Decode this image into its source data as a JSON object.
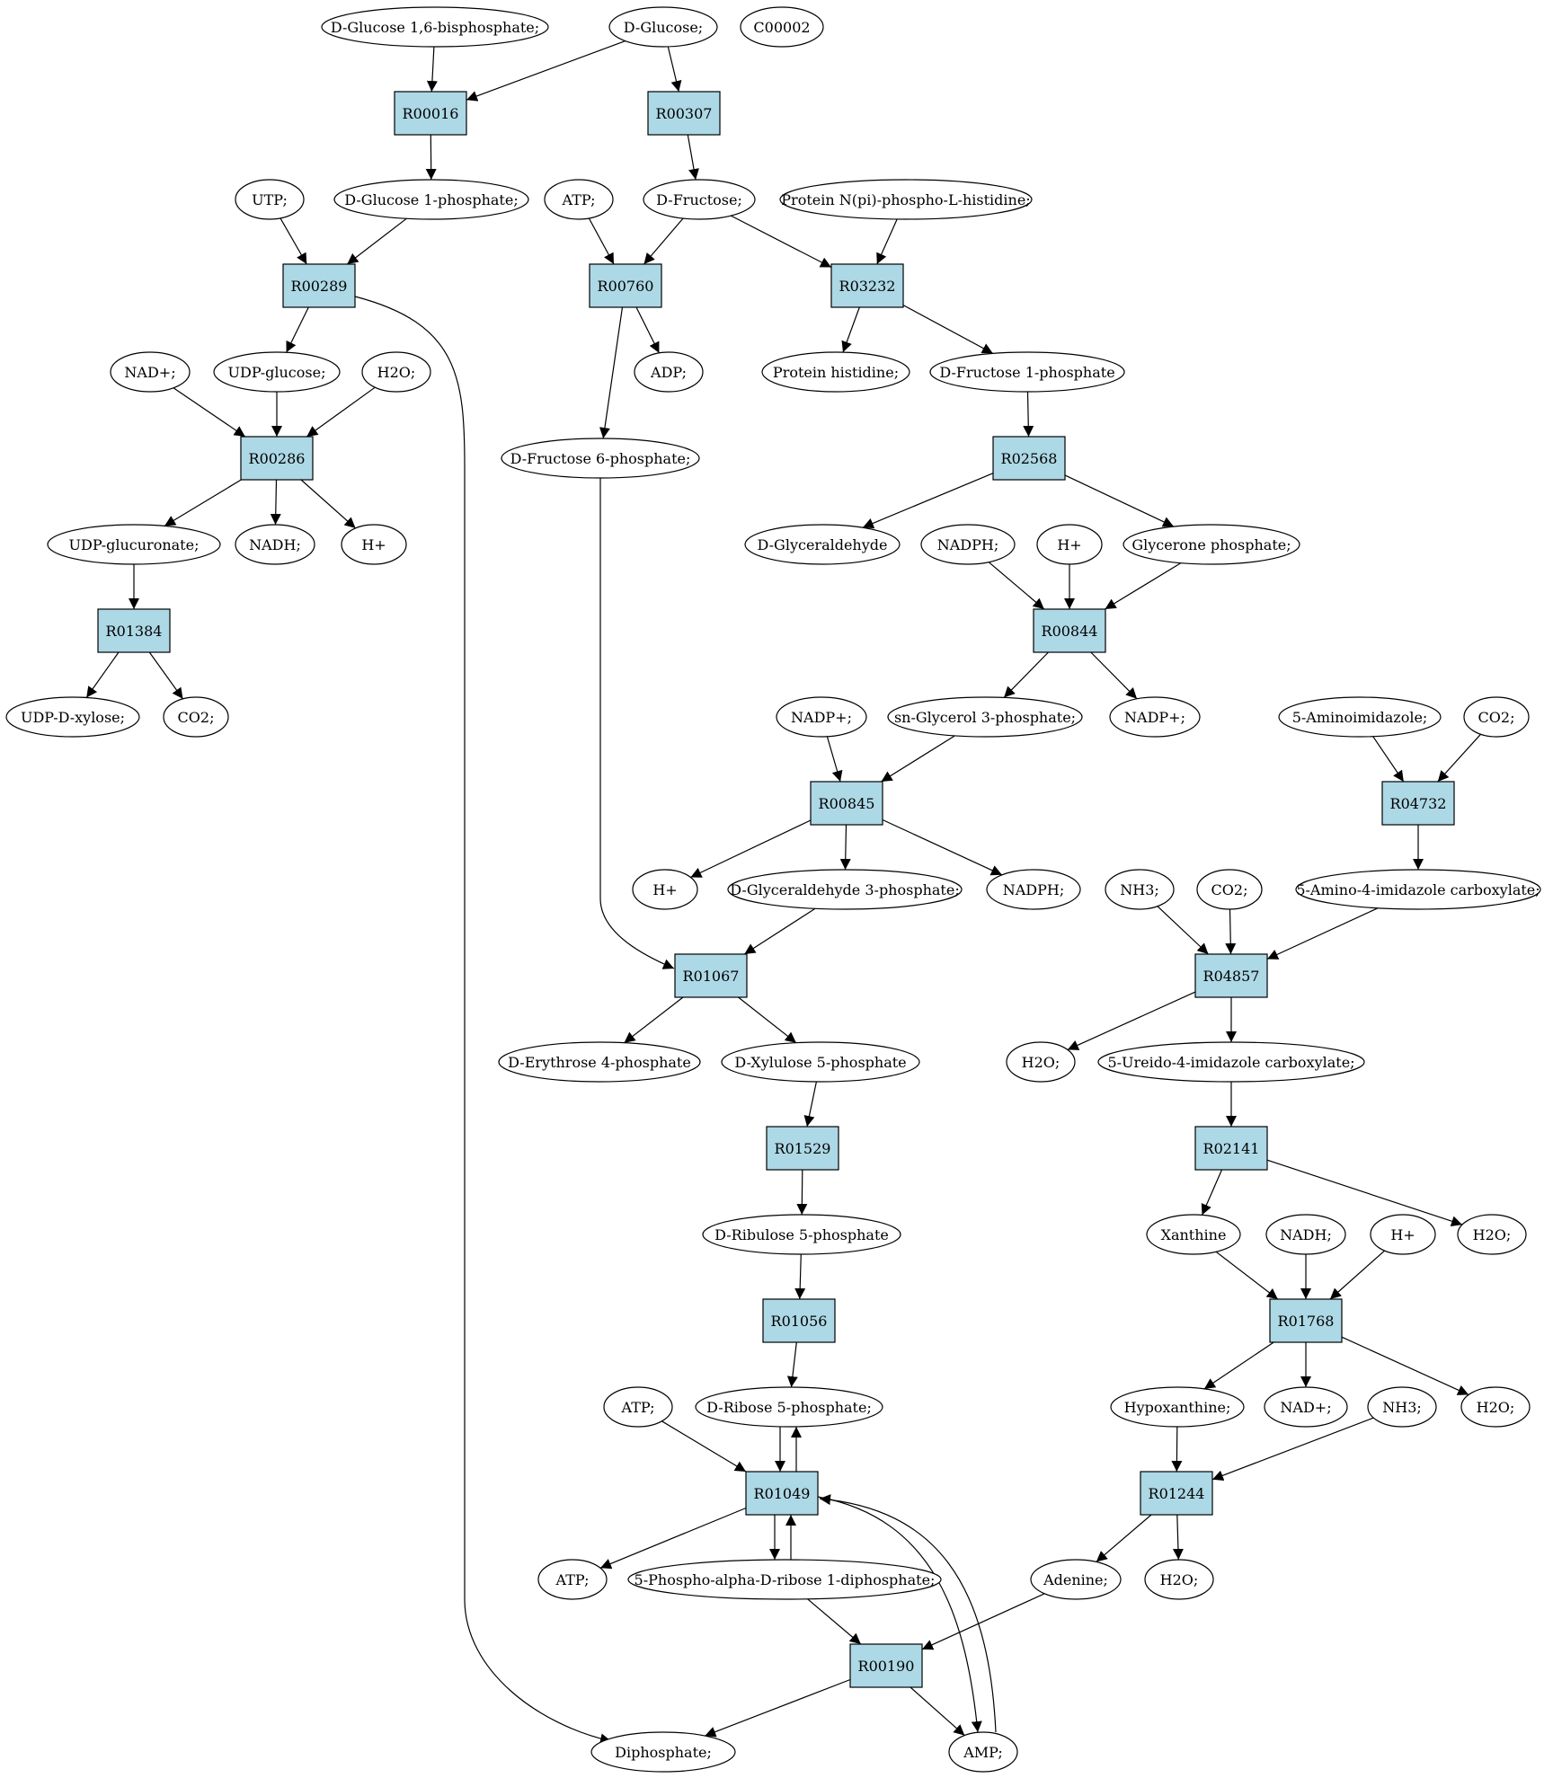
{
  "colors": {
    "reaction_fill": "#add8e6",
    "query_compound_fill": "#00ee00",
    "target_compound_fill": "#ffff00",
    "compound_fill": "#ffffff",
    "stroke": "#000000"
  },
  "reactions": [
    {
      "id": "R00016",
      "label": "R00016"
    },
    {
      "id": "R00307",
      "label": "R00307"
    },
    {
      "id": "R00289",
      "label": "R00289"
    },
    {
      "id": "R00760",
      "label": "R00760"
    },
    {
      "id": "R03232",
      "label": "R03232"
    },
    {
      "id": "R00286",
      "label": "R00286"
    },
    {
      "id": "R02568",
      "label": "R02568"
    },
    {
      "id": "R01384",
      "label": "R01384"
    },
    {
      "id": "R00844",
      "label": "R00844"
    },
    {
      "id": "R00845",
      "label": "R00845"
    },
    {
      "id": "R04732",
      "label": "R04732"
    },
    {
      "id": "R01067",
      "label": "R01067"
    },
    {
      "id": "R04857",
      "label": "R04857"
    },
    {
      "id": "R01529",
      "label": "R01529"
    },
    {
      "id": "R02141",
      "label": "R02141"
    },
    {
      "id": "R01056",
      "label": "R01056"
    },
    {
      "id": "R01768",
      "label": "R01768"
    },
    {
      "id": "R01049",
      "label": "R01049"
    },
    {
      "id": "R01244",
      "label": "R01244"
    },
    {
      "id": "R00190",
      "label": "R00190"
    }
  ],
  "compounds": [
    {
      "id": "glc16bp",
      "label": "D-Glucose 1,6-bisphosphate;"
    },
    {
      "id": "glc",
      "label": "D-Glucose;",
      "role": "query"
    },
    {
      "id": "c00002",
      "label": "C00002",
      "role": "target"
    },
    {
      "id": "utp",
      "label": "UTP;"
    },
    {
      "id": "glc1p",
      "label": "D-Glucose 1-phosphate;"
    },
    {
      "id": "atp1",
      "label": "ATP;"
    },
    {
      "id": "fru",
      "label": "D-Fructose;"
    },
    {
      "id": "protNpi",
      "label": "Protein N(pi)-phospho-L-histidine;"
    },
    {
      "id": "nadp_a",
      "label": "NAD+;"
    },
    {
      "id": "udpglc",
      "label": "UDP-glucose;"
    },
    {
      "id": "h2o1",
      "label": "H2O;"
    },
    {
      "id": "adp",
      "label": "ADP;"
    },
    {
      "id": "protHis",
      "label": "Protein histidine;"
    },
    {
      "id": "fru1p",
      "label": "D-Fructose 1-phosphate"
    },
    {
      "id": "fru6p",
      "label": "D-Fructose 6-phosphate;"
    },
    {
      "id": "udpglcA",
      "label": "UDP-glucuronate;"
    },
    {
      "id": "nadh1",
      "label": "NADH;"
    },
    {
      "id": "h1",
      "label": "H+"
    },
    {
      "id": "glyald",
      "label": "D-Glyceraldehyde"
    },
    {
      "id": "nadph1",
      "label": "NADPH;"
    },
    {
      "id": "h2",
      "label": "H+"
    },
    {
      "id": "dhap",
      "label": "Glycerone phosphate;"
    },
    {
      "id": "udpxyl",
      "label": "UDP-D-xylose;"
    },
    {
      "id": "co2a",
      "label": "CO2;"
    },
    {
      "id": "nadpplus1",
      "label": "NADP+;"
    },
    {
      "id": "g3p",
      "label": "sn-Glycerol 3-phosphate;"
    },
    {
      "id": "nadpplus2",
      "label": "NADP+;"
    },
    {
      "id": "aminoimid",
      "label": "5-Aminoimidazole;"
    },
    {
      "id": "co2b",
      "label": "CO2;"
    },
    {
      "id": "h3",
      "label": "H+"
    },
    {
      "id": "gap",
      "label": "D-Glyceraldehyde 3-phosphate;"
    },
    {
      "id": "nadph2",
      "label": "NADPH;"
    },
    {
      "id": "nh3a",
      "label": "NH3;"
    },
    {
      "id": "co2c",
      "label": "CO2;"
    },
    {
      "id": "aicarb",
      "label": "5-Amino-4-imidazole carboxylate;"
    },
    {
      "id": "e4p",
      "label": "D-Erythrose 4-phosphate"
    },
    {
      "id": "xu5p",
      "label": "D-Xylulose 5-phosphate"
    },
    {
      "id": "h2o2",
      "label": "H2O;"
    },
    {
      "id": "ureido",
      "label": "5-Ureido-4-imidazole carboxylate;"
    },
    {
      "id": "ru5p",
      "label": "D-Ribulose 5-phosphate"
    },
    {
      "id": "xan",
      "label": "Xanthine"
    },
    {
      "id": "nadh2",
      "label": "NADH;"
    },
    {
      "id": "h4",
      "label": "H+"
    },
    {
      "id": "h2o3",
      "label": "H2O;"
    },
    {
      "id": "atp2",
      "label": "ATP;"
    },
    {
      "id": "r5p",
      "label": "D-Ribose 5-phosphate;"
    },
    {
      "id": "hypox",
      "label": "Hypoxanthine;"
    },
    {
      "id": "nadplus2",
      "label": "NAD+;"
    },
    {
      "id": "nh3b",
      "label": "NH3;"
    },
    {
      "id": "h2o4",
      "label": "H2O;"
    },
    {
      "id": "atp3",
      "label": "ATP;"
    },
    {
      "id": "prpp",
      "label": "5-Phospho-alpha-D-ribose 1-diphosphate;"
    },
    {
      "id": "ade",
      "label": "Adenine;"
    },
    {
      "id": "h2o5",
      "label": "H2O;"
    },
    {
      "id": "ppi",
      "label": "Diphosphate;"
    },
    {
      "id": "amp",
      "label": "AMP;"
    }
  ],
  "edges": [
    {
      "from": "glc16bp",
      "to": "R00016"
    },
    {
      "from": "glc",
      "to": "R00016"
    },
    {
      "from": "glc",
      "to": "R00307"
    },
    {
      "from": "R00016",
      "to": "glc1p"
    },
    {
      "from": "R00307",
      "to": "fru"
    },
    {
      "from": "utp",
      "to": "R00289"
    },
    {
      "from": "glc1p",
      "to": "R00289"
    },
    {
      "from": "atp1",
      "to": "R00760"
    },
    {
      "from": "fru",
      "to": "R00760"
    },
    {
      "from": "fru",
      "to": "R03232"
    },
    {
      "from": "protNpi",
      "to": "R03232"
    },
    {
      "from": "R00289",
      "to": "udpglc"
    },
    {
      "from": "R00289",
      "to": "ppi"
    },
    {
      "from": "R00760",
      "to": "adp"
    },
    {
      "from": "R00760",
      "to": "fru6p"
    },
    {
      "from": "R03232",
      "to": "protHis"
    },
    {
      "from": "R03232",
      "to": "fru1p"
    },
    {
      "from": "nadp_a",
      "to": "R00286"
    },
    {
      "from": "udpglc",
      "to": "R00286"
    },
    {
      "from": "h2o1",
      "to": "R00286"
    },
    {
      "from": "fru1p",
      "to": "R02568"
    },
    {
      "from": "R00286",
      "to": "udpglcA"
    },
    {
      "from": "R00286",
      "to": "nadh1"
    },
    {
      "from": "R00286",
      "to": "h1"
    },
    {
      "from": "R02568",
      "to": "glyald"
    },
    {
      "from": "R02568",
      "to": "dhap"
    },
    {
      "from": "udpglcA",
      "to": "R01384"
    },
    {
      "from": "nadph1",
      "to": "R00844"
    },
    {
      "from": "h2",
      "to": "R00844"
    },
    {
      "from": "dhap",
      "to": "R00844"
    },
    {
      "from": "R01384",
      "to": "udpxyl"
    },
    {
      "from": "R01384",
      "to": "co2a"
    },
    {
      "from": "R00844",
      "to": "g3p"
    },
    {
      "from": "R00844",
      "to": "nadpplus2"
    },
    {
      "from": "nadpplus1",
      "to": "R00845"
    },
    {
      "from": "g3p",
      "to": "R00845"
    },
    {
      "from": "aminoimid",
      "to": "R04732"
    },
    {
      "from": "co2b",
      "to": "R04732"
    },
    {
      "from": "R00845",
      "to": "h3"
    },
    {
      "from": "R00845",
      "to": "gap"
    },
    {
      "from": "R00845",
      "to": "nadph2"
    },
    {
      "from": "R04732",
      "to": "aicarb"
    },
    {
      "from": "fru6p",
      "to": "R01067"
    },
    {
      "from": "gap",
      "to": "R01067"
    },
    {
      "from": "nh3a",
      "to": "R04857"
    },
    {
      "from": "co2c",
      "to": "R04857"
    },
    {
      "from": "aicarb",
      "to": "R04857"
    },
    {
      "from": "R01067",
      "to": "e4p"
    },
    {
      "from": "R01067",
      "to": "xu5p"
    },
    {
      "from": "R04857",
      "to": "h2o2"
    },
    {
      "from": "R04857",
      "to": "ureido"
    },
    {
      "from": "xu5p",
      "to": "R01529"
    },
    {
      "from": "ureido",
      "to": "R02141"
    },
    {
      "from": "R01529",
      "to": "ru5p"
    },
    {
      "from": "R02141",
      "to": "xan"
    },
    {
      "from": "R02141",
      "to": "h2o3"
    },
    {
      "from": "ru5p",
      "to": "R01056"
    },
    {
      "from": "xan",
      "to": "R01768"
    },
    {
      "from": "nadh2",
      "to": "R01768"
    },
    {
      "from": "h4",
      "to": "R01768"
    },
    {
      "from": "R01056",
      "to": "r5p"
    },
    {
      "from": "R01768",
      "to": "hypox"
    },
    {
      "from": "R01768",
      "to": "nadplus2"
    },
    {
      "from": "R01768",
      "to": "h2o4"
    },
    {
      "from": "atp2",
      "to": "R01049"
    },
    {
      "from": "r5p",
      "to": "R01049"
    },
    {
      "from": "R01049",
      "to": "r5p"
    },
    {
      "from": "hypox",
      "to": "R01244"
    },
    {
      "from": "nh3b",
      "to": "R01244"
    },
    {
      "from": "R01049",
      "to": "atp3"
    },
    {
      "from": "R01049",
      "to": "prpp"
    },
    {
      "from": "prpp",
      "to": "R01049"
    },
    {
      "from": "R01049",
      "to": "amp"
    },
    {
      "from": "amp",
      "to": "R01049"
    },
    {
      "from": "R01244",
      "to": "ade"
    },
    {
      "from": "R01244",
      "to": "h2o5"
    },
    {
      "from": "prpp",
      "to": "R00190"
    },
    {
      "from": "ade",
      "to": "R00190"
    },
    {
      "from": "R00190",
      "to": "ppi"
    },
    {
      "from": "R00190",
      "to": "amp"
    }
  ]
}
